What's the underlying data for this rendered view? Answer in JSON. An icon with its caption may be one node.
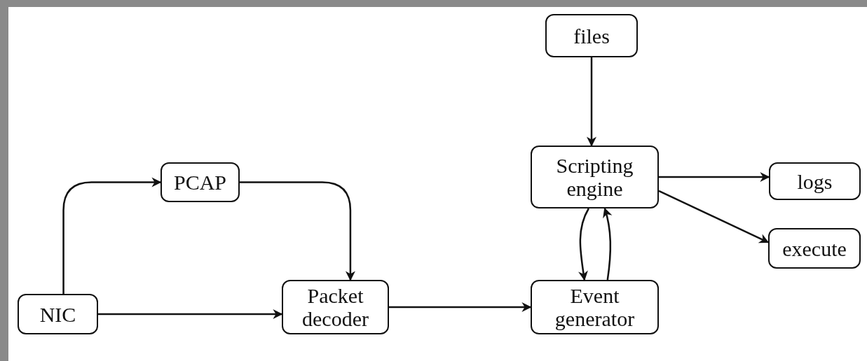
{
  "diagram": {
    "nodes": [
      {
        "text": [
          "NIC"
        ]
      },
      {
        "text": [
          "PCAP"
        ]
      },
      {
        "text": [
          "Packet decoder"
        ]
      },
      {
        "text": [
          "Event generator"
        ]
      },
      {
        "text": [
          "files"
        ]
      },
      {
        "text": [
          "Scripting engine"
        ]
      },
      {
        "text": [
          "logs"
        ]
      },
      {
        "text": [
          "execute"
        ]
      }
    ],
    "edges": [
      {
        "from": 0,
        "to": 1,
        "arrow": "to"
      },
      {
        "from": 1,
        "to": 2,
        "arrow": "to"
      },
      {
        "from": 0,
        "to": 2,
        "arrow": "to"
      },
      {
        "from": 2,
        "to": 3,
        "arrow": "to"
      },
      {
        "from": 4,
        "to": 5,
        "arrow": "to"
      },
      {
        "from": 5,
        "to": 3,
        "arrow": "to"
      },
      {
        "from": 3,
        "to": 5,
        "arrow": "to"
      },
      {
        "from": 5,
        "to": 6,
        "arrow": "to"
      },
      {
        "from": 5,
        "to": 7,
        "arrow": "to"
      }
    ]
  }
}
